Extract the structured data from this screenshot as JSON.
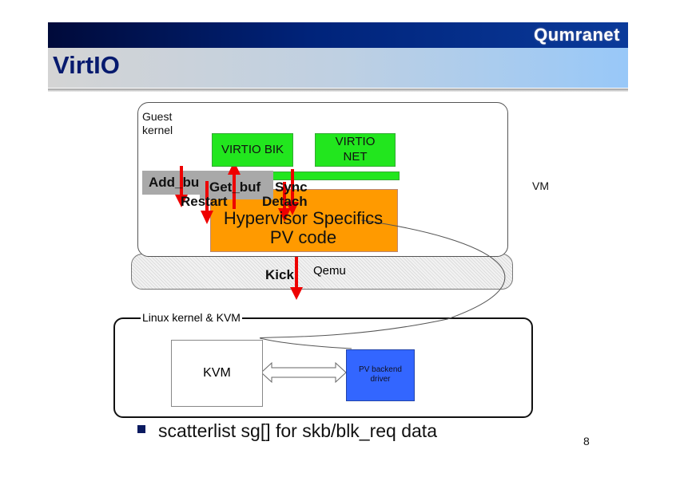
{
  "header": {
    "logo": "Qumranet",
    "title": "VirtIO"
  },
  "diagram": {
    "guest_label": "Guest\nkernel",
    "vm_label": "VM",
    "qemu_label": "Qemu",
    "virtio_blk": "VIRTIO BIK",
    "virtio_net": "VIRTIO\nNET",
    "ops": {
      "add_buf": "Add_bu",
      "get_buf": "Get_buf",
      "sync": "Sync",
      "restart": "Restart",
      "detach": "Detach",
      "kick": "Kick"
    },
    "hypervisor": "Hypervisor Specifics\nPV code",
    "linux_label": "Linux kernel & KVM",
    "kvm": "KVM",
    "pv_backend": "PV backend\ndriver",
    "colors": {
      "green": "#22e61e",
      "orange": "#ff9a00",
      "blue": "#3366ff",
      "arrow": "#ee0000"
    }
  },
  "bullets": [
    "scatterlist sg[] for skb/blk_req data"
  ],
  "page_number": "8"
}
